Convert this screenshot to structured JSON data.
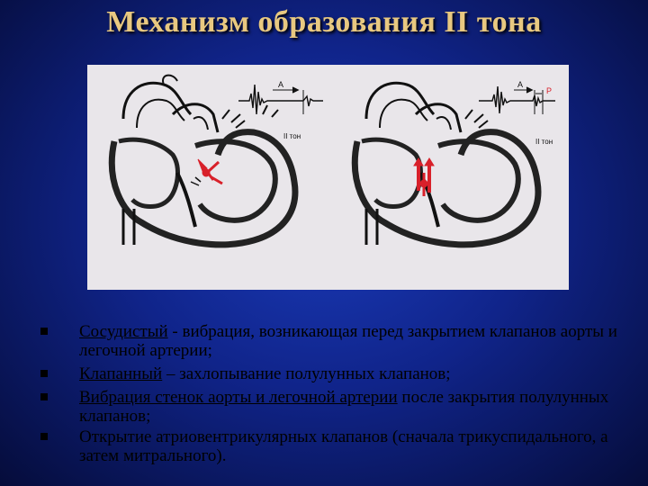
{
  "slide": {
    "title": "Механизм образования II тона"
  },
  "figure": {
    "left_panel": {
      "label_a": "A",
      "label_tone": "II тон"
    },
    "right_panel": {
      "label_a": "A",
      "label_p": "P",
      "label_tone": "II тон"
    }
  },
  "bullets": [
    {
      "term": "Сосудистый",
      "rest": " - вибрация, возникающая перед закрытием клапанов аорты и легочной артерии;"
    },
    {
      "term": "Клапанный",
      "rest": " – захлопывание полулунных клапанов;"
    },
    {
      "term": "Вибрация стенок аорты и легочной артерии",
      "rest": " после закрытия полулунных клапанов;"
    },
    {
      "term": "",
      "rest": "Открытие атриовентрикулярных клапанов (сначала трикуспидального, а затем митрального)."
    }
  ],
  "colors": {
    "title": "#e8c880",
    "background": "#10248a",
    "figure_bg": "#e9e6ea",
    "accent_red": "#d8202a"
  }
}
